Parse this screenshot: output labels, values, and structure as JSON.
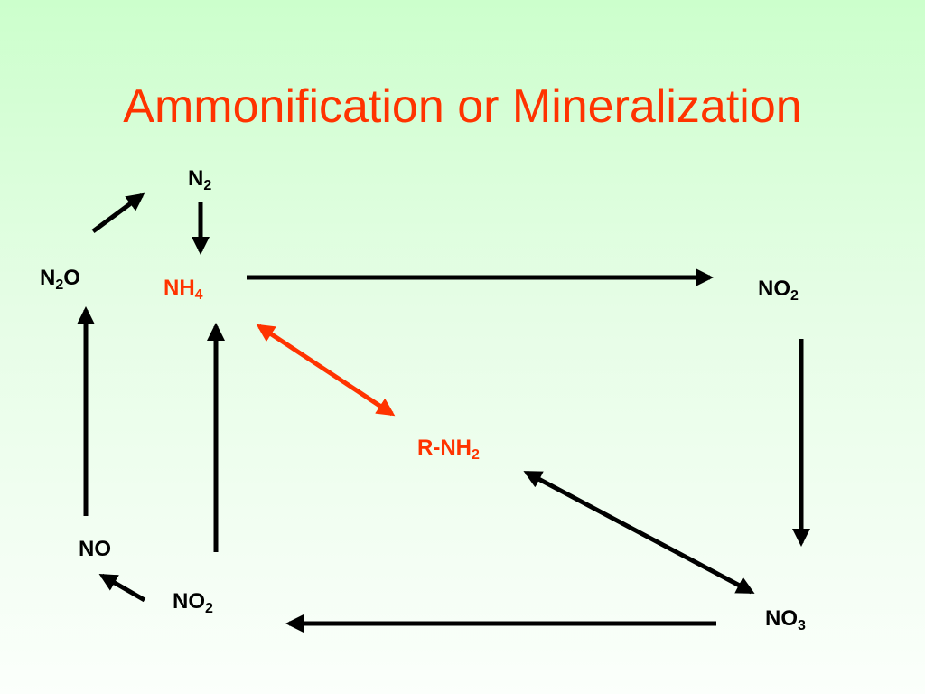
{
  "slide": {
    "title": "Ammonification or Mineralization"
  },
  "nodes": {
    "n2": {
      "base": "N",
      "sub": "2",
      "tail": ""
    },
    "n2o": {
      "base": "N",
      "sub": "2",
      "tail": "O"
    },
    "nh4": {
      "base": "NH",
      "sub": "4",
      "tail": ""
    },
    "no2_top": {
      "base": "NO",
      "sub": "2",
      "tail": ""
    },
    "rnh2": {
      "base": "R-NH",
      "sub": "2",
      "tail": ""
    },
    "no": {
      "base": "NO",
      "sub": "",
      "tail": ""
    },
    "no2_bot": {
      "base": "NO",
      "sub": "2",
      "tail": ""
    },
    "no3": {
      "base": "NO",
      "sub": "3",
      "tail": ""
    }
  },
  "colors": {
    "title": "#ff3300",
    "arrow_black": "#000000",
    "arrow_red": "#ff3300",
    "highlight_text": "#ff3300"
  }
}
